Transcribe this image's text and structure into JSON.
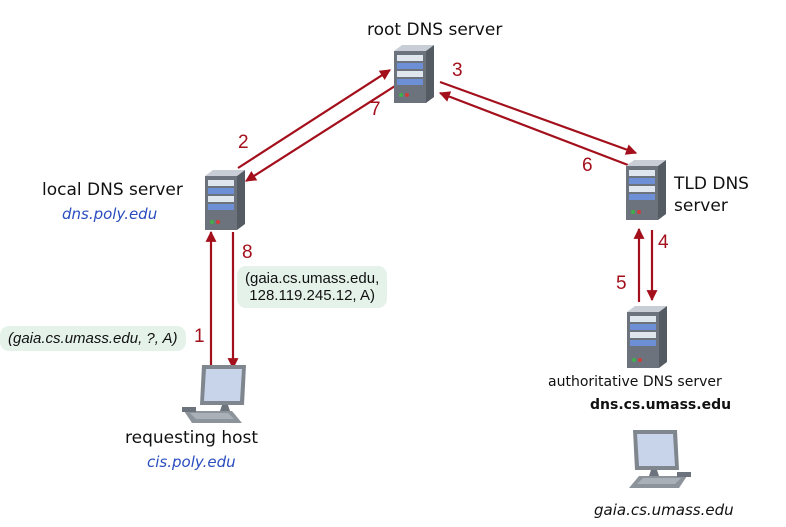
{
  "root_server": {
    "label": "root DNS server",
    "icon": "server-icon"
  },
  "local_server": {
    "label": "local DNS server",
    "hostname": "dns.poly.edu",
    "icon": "server-icon"
  },
  "tld_server": {
    "label_line1": "TLD DNS",
    "label_line2": "server",
    "icon": "server-icon"
  },
  "auth_server": {
    "label": "authoritative DNS server",
    "hostname": "dns.cs.umass.edu",
    "icon": "server-icon"
  },
  "requesting_host": {
    "label": "requesting host",
    "hostname": "cis.poly.edu",
    "icon": "desktop-computer-icon"
  },
  "target_host": {
    "hostname": "gaia.cs.umass.edu",
    "icon": "desktop-computer-icon"
  },
  "query_message": "(gaia.cs.umass.edu, ?, A)",
  "reply_message": {
    "line1": "(gaia.cs.umass.edu,",
    "line2": "128.119.245.12, A)"
  },
  "steps": [
    "1",
    "2",
    "3",
    "4",
    "5",
    "6",
    "7",
    "8"
  ],
  "colors": {
    "arrow": "#a3101c",
    "hostname": "#2a4dbf",
    "message_bg": "#e5f2ea"
  }
}
